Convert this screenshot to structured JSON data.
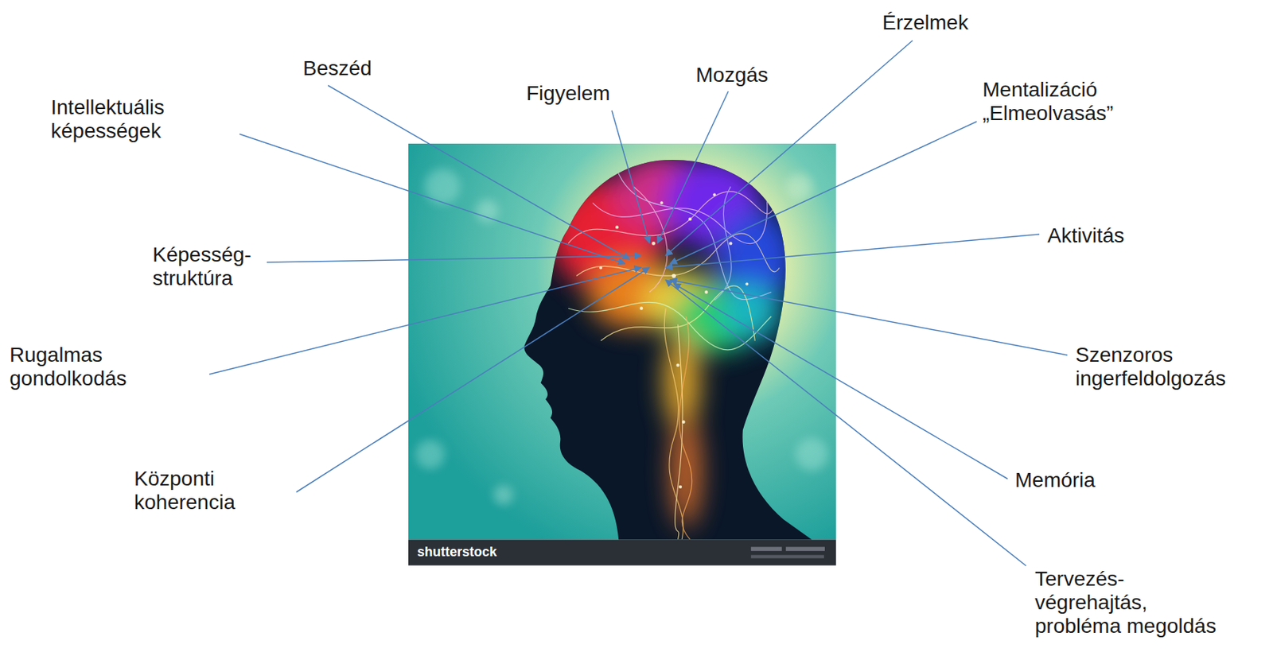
{
  "diagram": {
    "labels": [
      "Érzelmek",
      "Beszéd",
      "Mozgás",
      "Figyelem",
      "Mentalizáció „Elmeolvasás”",
      "Intellektuális képességek",
      "Aktivitás",
      "Képesség- struktúra",
      "Rugalmas gondolkodás",
      "Szenzoros ingerfeldolgozás",
      "Memória",
      "Központi koherencia",
      "Tervezés- végrehajtás, probléma megoldás",
      "shutterstock"
    ]
  }
}
